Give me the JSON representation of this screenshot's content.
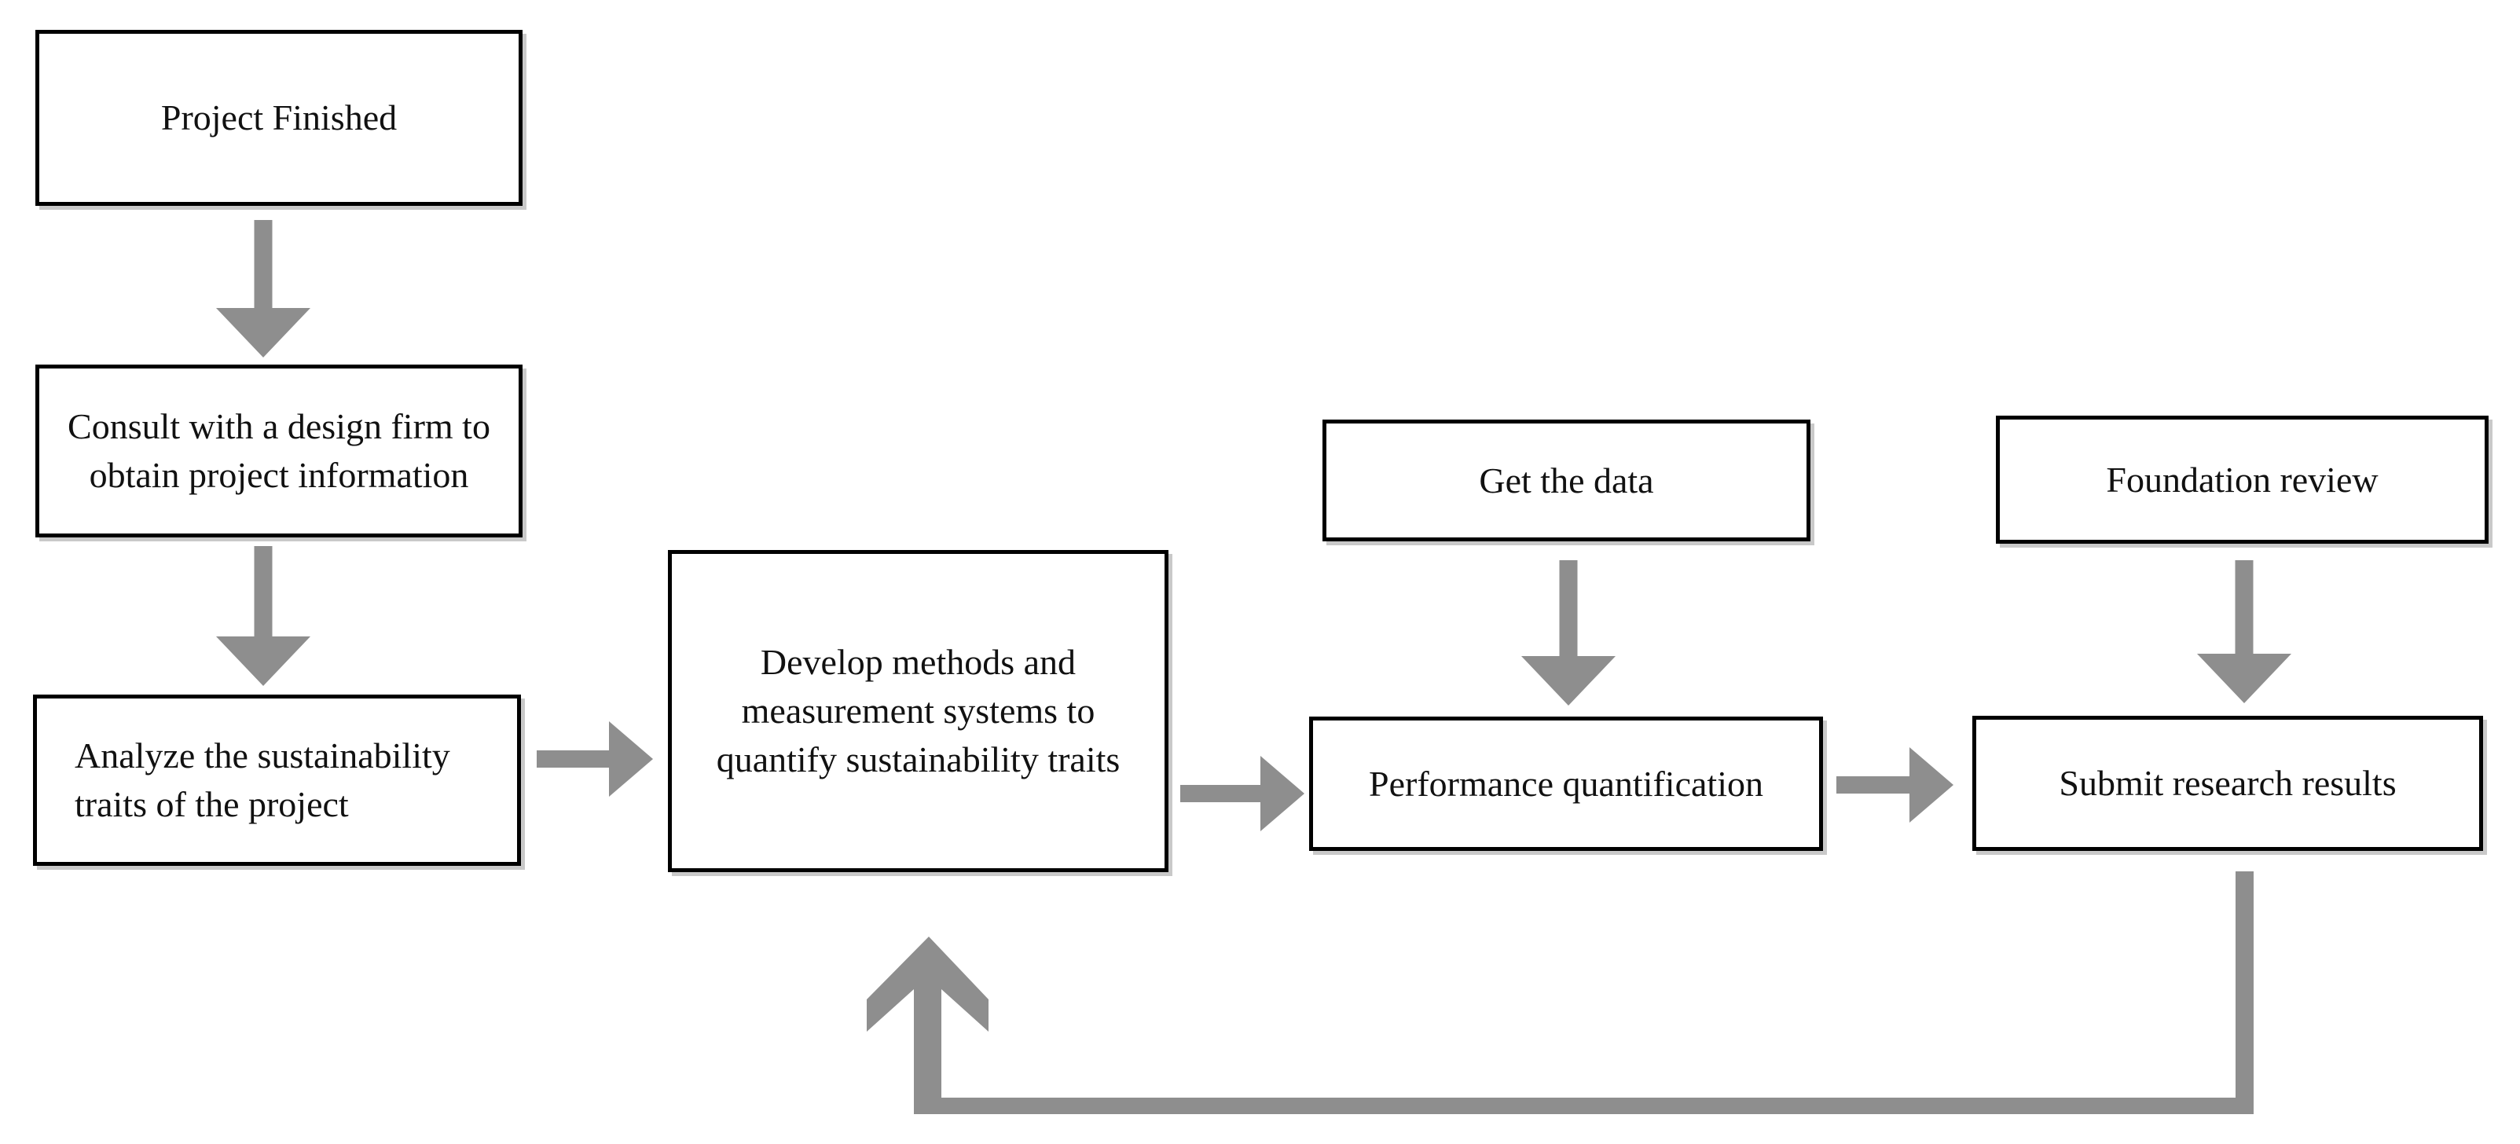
{
  "flowchart": {
    "background_color": "#ffffff",
    "arrow_color": "#8e8e8e",
    "box_border_color": "#000000",
    "box_fill_color": "#ffffff",
    "box_shadow_color": "#c9c9c9",
    "text_color": "#111111",
    "nodes": [
      {
        "id": "project-finished",
        "label": "Project Finished",
        "lines": [
          "Project Finished"
        ]
      },
      {
        "id": "consult",
        "label": "Consult with a design firm to obtain project information",
        "lines": [
          "Consult with a design firm to",
          "obtain project information"
        ]
      },
      {
        "id": "analyze",
        "label": "Analyze the sustainability traits of the project",
        "lines": [
          "Analyze the sustainability",
          "traits of the project"
        ]
      },
      {
        "id": "develop",
        "label": "Develop methods and measurement systems to quantify sustainability traits",
        "lines": [
          "Develop methods and",
          "measurement systems to",
          "quantify sustainability traits"
        ]
      },
      {
        "id": "get-data",
        "label": "Get the data",
        "lines": [
          "Get the data"
        ]
      },
      {
        "id": "performance",
        "label": "Performance quantification",
        "lines": [
          "Performance quantification"
        ]
      },
      {
        "id": "foundation",
        "label": "Foundation review",
        "lines": [
          "Foundation review"
        ]
      },
      {
        "id": "submit",
        "label": "Submit research results",
        "lines": [
          "Submit research results"
        ]
      }
    ],
    "edges": [
      {
        "from": "project-finished",
        "to": "consult",
        "direction": "down"
      },
      {
        "from": "consult",
        "to": "analyze",
        "direction": "down"
      },
      {
        "from": "analyze",
        "to": "develop",
        "direction": "right"
      },
      {
        "from": "develop",
        "to": "performance",
        "direction": "right"
      },
      {
        "from": "get-data",
        "to": "performance",
        "direction": "down"
      },
      {
        "from": "performance",
        "to": "submit",
        "direction": "right"
      },
      {
        "from": "foundation",
        "to": "submit",
        "direction": "down"
      },
      {
        "from": "submit",
        "to": "develop",
        "direction": "feedback-loop-left-up"
      }
    ]
  }
}
